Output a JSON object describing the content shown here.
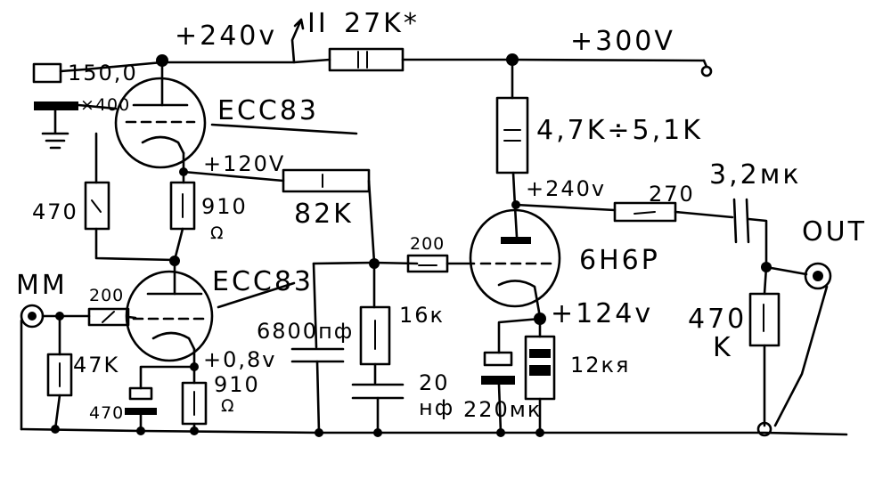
{
  "labels": {
    "v240": "+240v",
    "pot": "II",
    "r27k": "27K*",
    "v300": "+300V",
    "r150": "150,0",
    "c4400": "×400",
    "ecc83_top": "ECC83",
    "v120": "+120V",
    "r470a": "470",
    "r910a": "910",
    "ohm_a": "Ω",
    "r82k": "82K",
    "r47_51k": "4,7K÷5,1K",
    "v240b": "+240v",
    "r270": "270",
    "c32": "3,2мк",
    "out": "OUT",
    "mm": "MM",
    "r200a": "200",
    "ecc83_bot": "ECC83",
    "r200b": "200",
    "tube_6h6p": "6H6P",
    "c6800": "6800пф",
    "r16k": "16к",
    "v124": "+124v",
    "r470k": "470",
    "k_unit": "K",
    "r47k": "47K",
    "v08": "+0,8v",
    "r910b": "910",
    "ohm_b": "Ω",
    "c20": "20",
    "nf": "нф",
    "c220": "220мк",
    "r12k": "12кя",
    "c470": "470"
  }
}
